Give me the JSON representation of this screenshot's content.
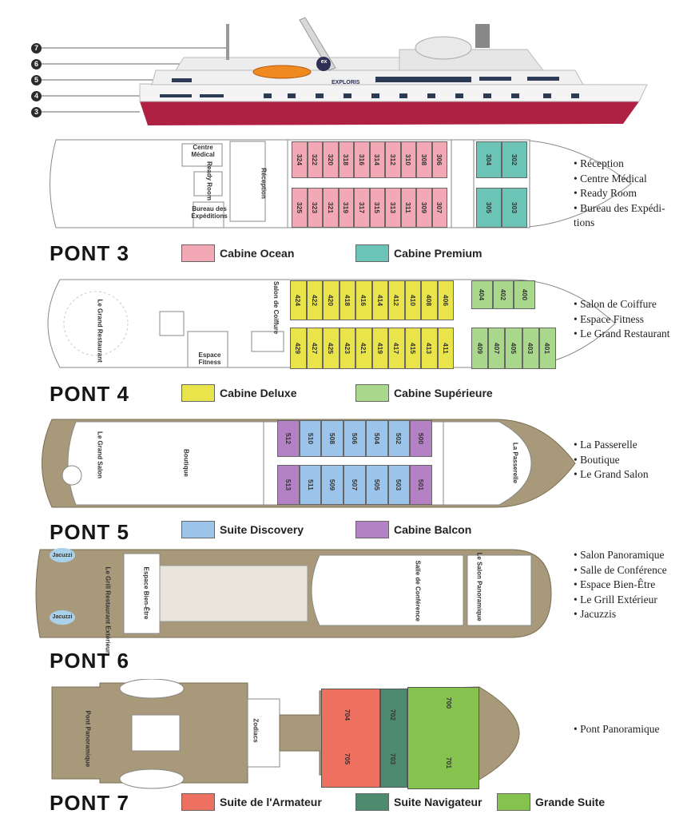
{
  "ship": {
    "deck_badges": [
      "7",
      "6",
      "5",
      "4",
      "3"
    ],
    "logo_text": "EXPLORIS",
    "logo_mark": "ex",
    "hull_color": "#b02043"
  },
  "decks": [
    {
      "title": "PONT 3",
      "legend": [
        {
          "label": "Cabine Ocean",
          "color": "#f2a9b5"
        },
        {
          "label": "Cabine Premium",
          "color": "#6cc4b6"
        }
      ],
      "features": [
        "• Réception",
        "• Centre Médical",
        "• Ready Room",
        "• Bureau des Expédi-",
        "tions"
      ],
      "areas": [
        "Centre Médical",
        "Ready Room",
        "Réception",
        "Bureau des Expéditions"
      ],
      "cabins_top": [
        "324",
        "322",
        "320",
        "318",
        "316",
        "314",
        "312",
        "310",
        "308",
        "306"
      ],
      "cabins_bottom": [
        "325",
        "323",
        "321",
        "319",
        "317",
        "315",
        "313",
        "311",
        "309",
        "307"
      ],
      "premium_top": [
        "304",
        "302"
      ],
      "premium_bottom": [
        "305",
        "303"
      ]
    },
    {
      "title": "PONT 4",
      "legend": [
        {
          "label": "Cabine Deluxe",
          "color": "#e8e44a"
        },
        {
          "label": "Cabine Supérieure",
          "color": "#a9d88c"
        }
      ],
      "features": [
        "• Salon de Coiffure",
        "• Espace Fitness",
        "• Le Grand Restaurant"
      ],
      "areas": [
        "Le Grand Restaurant",
        "Salon de Coiffure",
        "Espace Fitness"
      ],
      "cabins_top": [
        "424",
        "422",
        "420",
        "418",
        "416",
        "414",
        "412",
        "410",
        "408",
        "406"
      ],
      "cabins_bottom": [
        "429",
        "427",
        "425",
        "423",
        "421",
        "419",
        "417",
        "415",
        "413",
        "411"
      ],
      "sup_top": [
        "404",
        "402",
        "400"
      ],
      "sup_bottom": [
        "409",
        "407",
        "405",
        "403",
        "401"
      ]
    },
    {
      "title": "PONT 5",
      "legend": [
        {
          "label": "Suite Discovery",
          "color": "#9cc4ea"
        },
        {
          "label": "Cabine Balcon",
          "color": "#b482c4"
        }
      ],
      "features": [
        "• La Passerelle",
        "• Boutique",
        "• Le Grand Salon"
      ],
      "areas": [
        "Le Grand Salon",
        "Boutique",
        "La Passerelle"
      ],
      "cabins_top": [
        "512",
        "510",
        "508",
        "506",
        "504",
        "502",
        "500"
      ],
      "cabins_bottom": [
        "513",
        "511",
        "509",
        "507",
        "505",
        "503",
        "501"
      ]
    },
    {
      "title": "PONT 6",
      "legend": [],
      "features": [
        "• Salon Panoramique",
        "• Salle de Conférence",
        "• Espace Bien-Être",
        "• Le Grill Extérieur",
        "• Jacuzzis"
      ],
      "areas": [
        "Le Grill Restaurant Extérieur",
        "Espace Bien-Être",
        "Salle de Conférence",
        "Le Salon Panoramique",
        "Jacuzzi",
        "Jacuzzi"
      ]
    },
    {
      "title": "PONT 7",
      "legend": [
        {
          "label": "Suite de l'Armateur",
          "color": "#ee7060"
        },
        {
          "label": "Suite Navigateur",
          "color": "#4e8a6e"
        },
        {
          "label": "Grande Suite",
          "color": "#86c24e"
        }
      ],
      "features": [
        "• Pont Panoramique"
      ],
      "areas": [
        "Pont Panoramique",
        "Zodiacs"
      ],
      "cabins": [
        "704",
        "705",
        "702",
        "703",
        "700",
        "701"
      ]
    }
  ]
}
